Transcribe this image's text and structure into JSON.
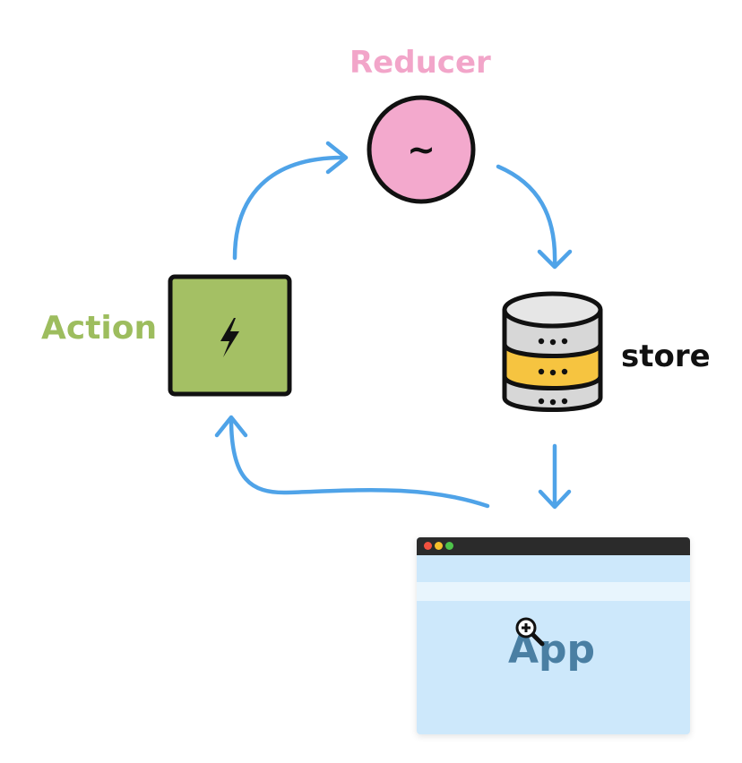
{
  "labels": {
    "reducer": "Reducer",
    "action": "Action",
    "store": "store",
    "app": "App"
  },
  "reducer_symbol": "~",
  "colors": {
    "reducer_fill": "#f3a9cd",
    "reducer_text": "#f2a5c9",
    "action_fill": "#a4c064",
    "action_text": "#9dbd5e",
    "store_band": "#f6c440",
    "store_gray": "#d7d7d7",
    "arrow": "#4fa3e8",
    "app_bg": "#cde8fb",
    "app_text": "#4a7fa3"
  },
  "icons": {
    "action": "lightning-bolt-icon",
    "store": "database-icon",
    "cursor": "zoom-in-icon"
  }
}
